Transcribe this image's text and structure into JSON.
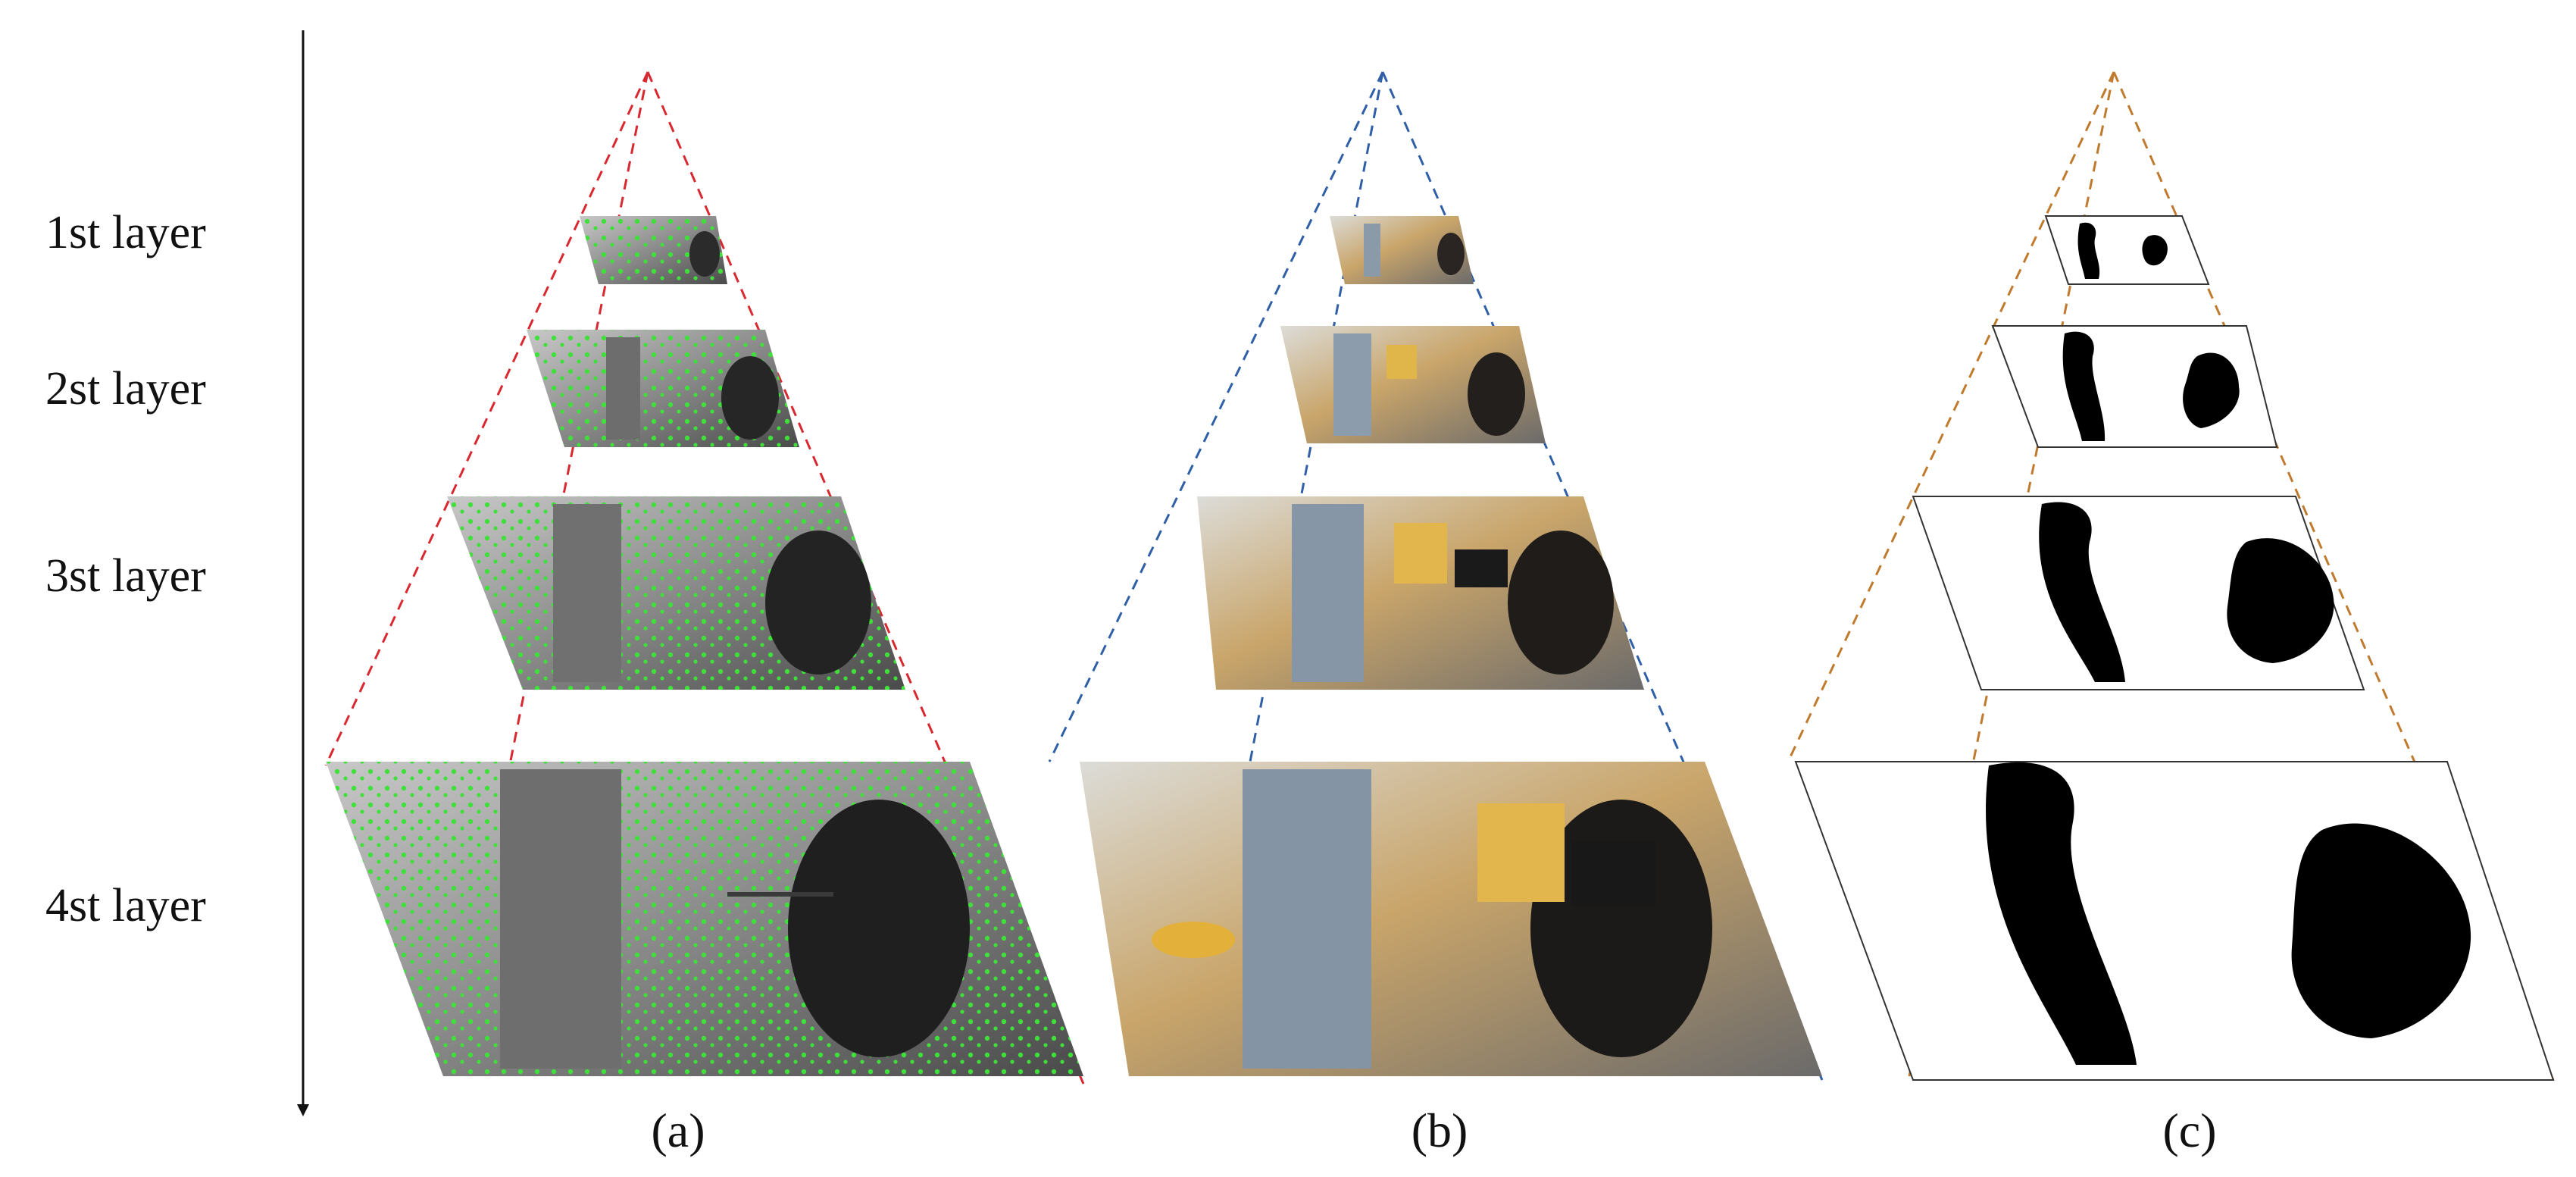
{
  "layers": [
    {
      "label": "1st layer"
    },
    {
      "label": "2st layer"
    },
    {
      "label": "3st layer"
    },
    {
      "label": "4st layer"
    }
  ],
  "panels": [
    {
      "label": "(a)",
      "content": "grayscale frame with green feature points",
      "line_color": "#d9282f"
    },
    {
      "label": "(b)",
      "content": "color frame",
      "line_color": "#2f5fa6"
    },
    {
      "label": "(c)",
      "content": "binary foreground mask",
      "line_color": "#c07a2e"
    }
  ]
}
